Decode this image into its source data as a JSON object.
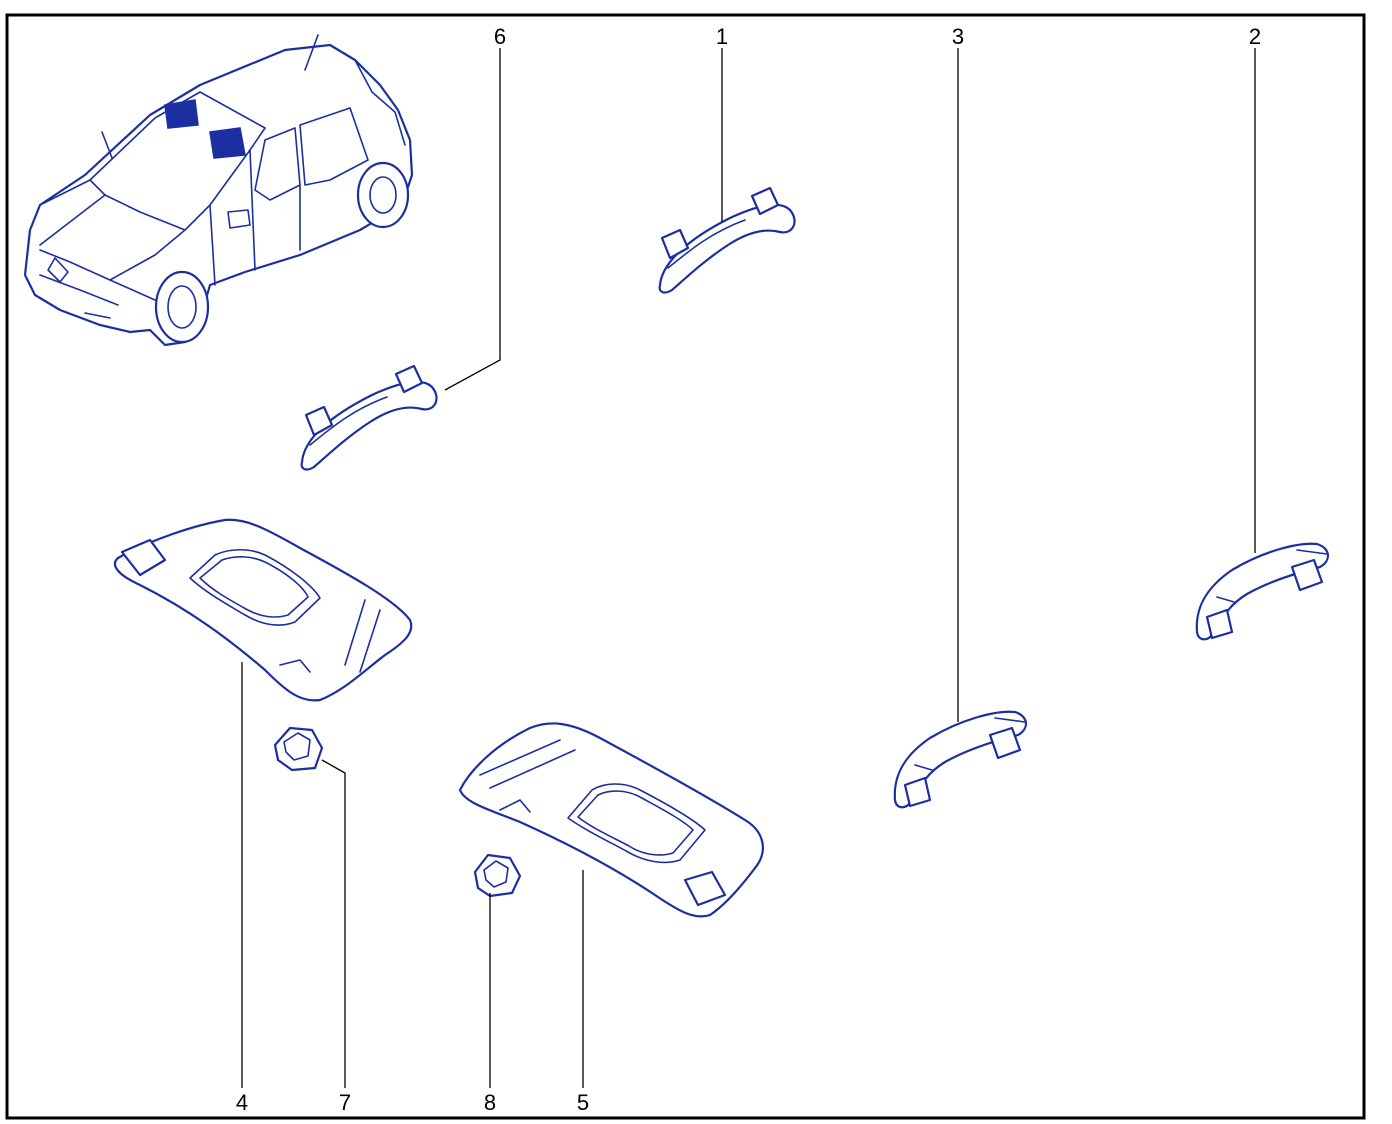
{
  "colors": {
    "line": "#1c2fa0",
    "frame": "#000000",
    "background": "#ffffff"
  },
  "parts": [
    {
      "id": "vehicle",
      "icon": "car-illustration"
    },
    {
      "id": "grab-handle-1",
      "icon": "grab-handle"
    },
    {
      "id": "grab-handle-6",
      "icon": "grab-handle"
    },
    {
      "id": "grab-handle-3",
      "icon": "grab-handle"
    },
    {
      "id": "grab-handle-2",
      "icon": "grab-handle"
    },
    {
      "id": "sun-visor-4",
      "icon": "sun-visor"
    },
    {
      "id": "sun-visor-5",
      "icon": "sun-visor"
    },
    {
      "id": "visor-clip-7",
      "icon": "visor-clip"
    },
    {
      "id": "visor-clip-8",
      "icon": "visor-clip"
    }
  ],
  "callouts": [
    "6",
    "1",
    "3",
    "2",
    "4",
    "7",
    "8",
    "5"
  ]
}
